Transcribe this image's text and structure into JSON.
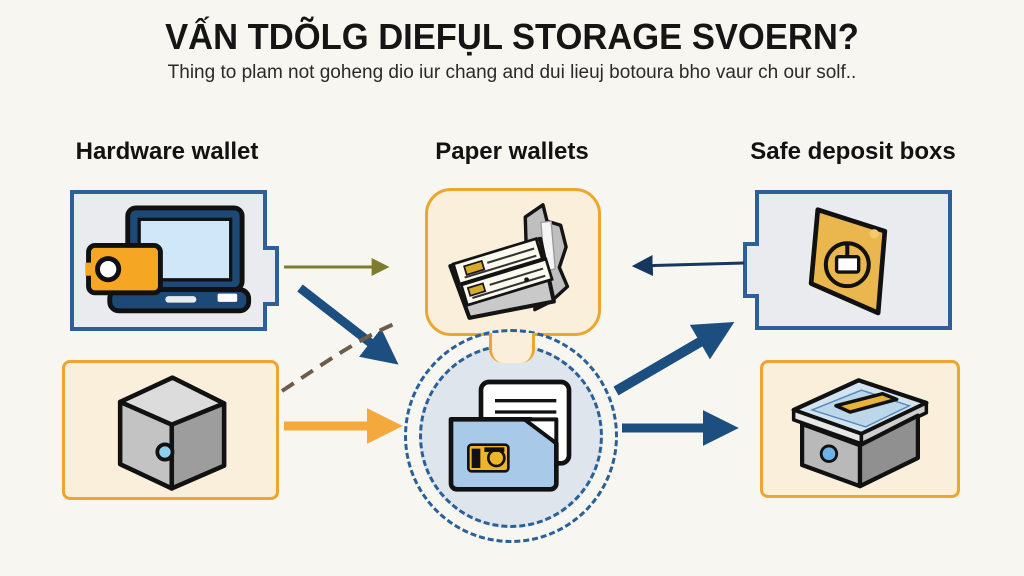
{
  "title": "VẤN TDÕLG DIEFỤL STORAGE SVOERN?",
  "subtitle": "Thing to plam not goheng dio iur chang and dui lieuj botoura bho vaur ch our solf..",
  "columns": [
    {
      "id": "hardware-wallet",
      "label": "Hardware wallet"
    },
    {
      "id": "paper-wallets",
      "label": "Paper wallets"
    },
    {
      "id": "safe-deposit-boxes",
      "label": "Safe deposit boxs"
    }
  ],
  "nodes": [
    {
      "id": "hardware-wallet-laptop",
      "icon": "laptop-with-usb-wallet-icon",
      "panel": "blue-rect-with-right-tab",
      "column": "Hardware wallet"
    },
    {
      "id": "hardware-wallet-safe",
      "icon": "safe-cube-icon",
      "panel": "orange-rect",
      "column": "Hardware wallet"
    },
    {
      "id": "paper-wallet-printer",
      "icon": "printer-documents-icon",
      "panel": "orange-rounded-rect-with-neck",
      "column": "Paper wallets"
    },
    {
      "id": "paper-wallet-folder",
      "icon": "folder-document-icon",
      "panel": "blue-dashed-double-circle",
      "column": "Paper wallets"
    },
    {
      "id": "safe-deposit-vault-plate",
      "icon": "vault-plate-icon",
      "panel": "blue-rect-with-left-tab",
      "column": "Safe deposit boxs"
    },
    {
      "id": "safe-deposit-box",
      "icon": "deposit-box-icon",
      "panel": "orange-rect",
      "column": "Safe deposit boxs"
    }
  ],
  "arrows": [
    {
      "id": "laptop-to-printer",
      "style": "thin-solid",
      "color": "#7d7d2e",
      "direction": "right"
    },
    {
      "id": "laptop-to-folder",
      "style": "thick-solid",
      "color": "#1c4e7f",
      "direction": "down-right"
    },
    {
      "id": "safe-to-printer-dashed",
      "style": "dashed-no-head",
      "color": "#6d5c49",
      "direction": "up-right"
    },
    {
      "id": "safe-to-folder",
      "style": "thick-solid",
      "color": "#f3a93c",
      "direction": "right"
    },
    {
      "id": "vault-plate-to-printer",
      "style": "thin-solid",
      "color": "#18375f",
      "direction": "left"
    },
    {
      "id": "folder-to-vault-plate",
      "style": "thick-solid",
      "color": "#1c4e7f",
      "direction": "up-right"
    },
    {
      "id": "folder-to-deposit-box",
      "style": "thick-solid",
      "color": "#1c4e7f",
      "direction": "right"
    }
  ],
  "colors": {
    "background": "#f7f6f0",
    "blue_panel_border": "#2e5f96",
    "blue_panel_fill": "#e9ebee",
    "orange_panel_border": "#eca62f",
    "orange_panel_fill": "#f9efdb",
    "circle_fill": "#dee5ec",
    "circle_border": "#2a6099",
    "arrow_blue": "#1c4e7f",
    "arrow_orange": "#f3a93c",
    "arrow_olive": "#7d7d2e",
    "arrow_brown_dashed": "#6d5c49",
    "title_color": "#151515"
  }
}
